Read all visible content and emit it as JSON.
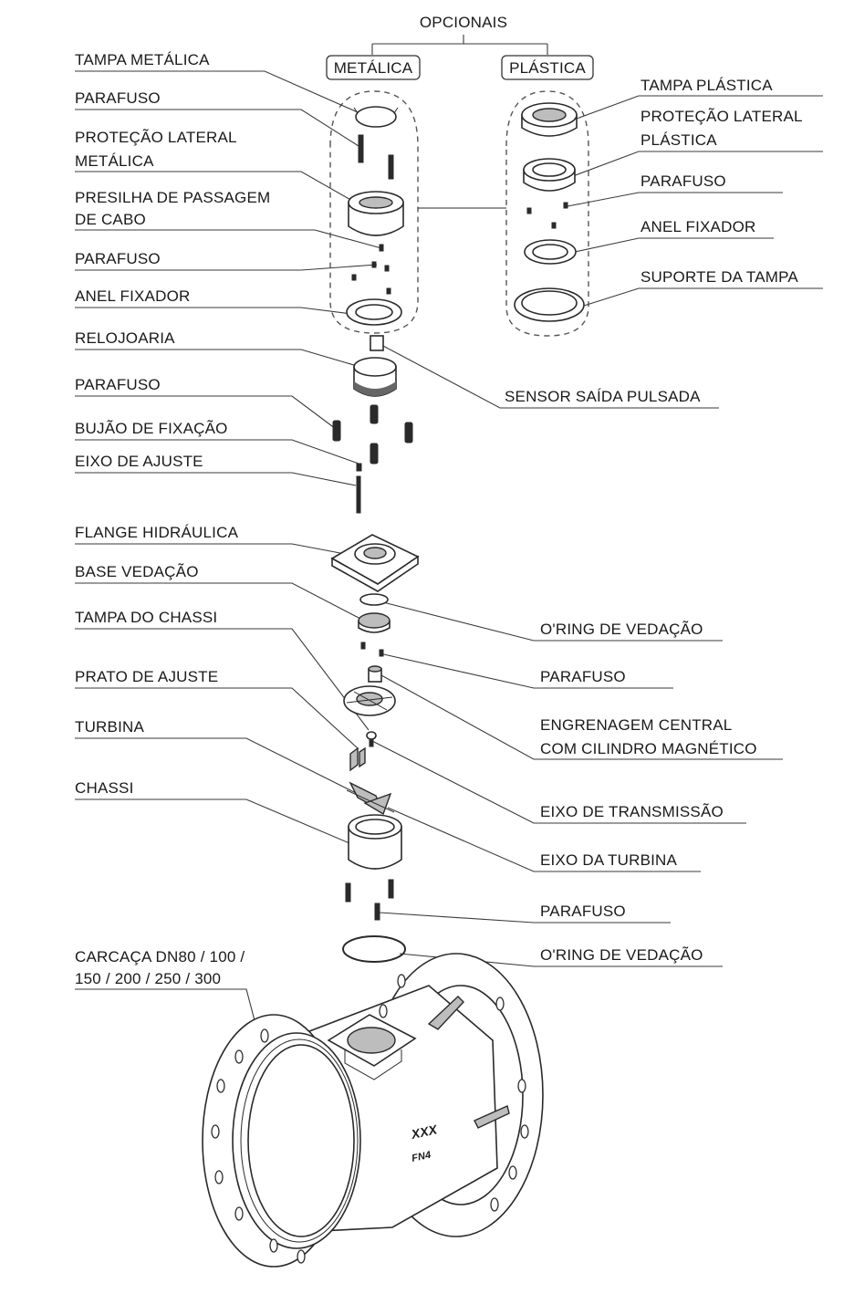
{
  "header": {
    "optionals": "OPCIONAIS",
    "metal_group": "METÁLICA",
    "plastic_group": "PLÁSTICA"
  },
  "labels_left": [
    {
      "l1": "TAMPA METÁLICA",
      "l2": ""
    },
    {
      "l1": "PARAFUSO",
      "l2": ""
    },
    {
      "l1": "PROTEÇÃO LATERAL",
      "l2": "METÁLICA"
    },
    {
      "l1": "PRESILHA DE PASSAGEM",
      "l2": "DE CABO"
    },
    {
      "l1": "PARAFUSO",
      "l2": ""
    },
    {
      "l1": "ANEL FIXADOR",
      "l2": ""
    },
    {
      "l1": "RELOJOARIA",
      "l2": ""
    },
    {
      "l1": "PARAFUSO",
      "l2": ""
    },
    {
      "l1": "BUJÃO DE FIXAÇÃO",
      "l2": ""
    },
    {
      "l1": "EIXO DE AJUSTE",
      "l2": ""
    },
    {
      "l1": "FLANGE HIDRÁULICA",
      "l2": ""
    },
    {
      "l1": "BASE VEDAÇÃO",
      "l2": ""
    },
    {
      "l1": "TAMPA DO CHASSI",
      "l2": ""
    },
    {
      "l1": "PRATO DE AJUSTE",
      "l2": ""
    },
    {
      "l1": "TURBINA",
      "l2": ""
    },
    {
      "l1": "CHASSI",
      "l2": ""
    },
    {
      "l1": "CARCAÇA DN80 / 100 /",
      "l2": "150 / 200 / 250 / 300"
    }
  ],
  "labels_right": [
    {
      "l1": "TAMPA PLÁSTICA",
      "l2": ""
    },
    {
      "l1": "PROTEÇÃO LATERAL",
      "l2": "PLÁSTICA"
    },
    {
      "l1": "PARAFUSO",
      "l2": ""
    },
    {
      "l1": "ANEL FIXADOR",
      "l2": ""
    },
    {
      "l1": "SUPORTE DA TAMPA",
      "l2": ""
    },
    {
      "l1": "SENSOR SAÍDA PULSADA",
      "l2": ""
    },
    {
      "l1": "O'RING DE VEDAÇÃO",
      "l2": ""
    },
    {
      "l1": "PARAFUSO",
      "l2": ""
    },
    {
      "l1": "ENGRENAGEM CENTRAL",
      "l2": "COM CILINDRO MAGNÉTICO"
    },
    {
      "l1": "EIXO DE TRANSMISSÃO",
      "l2": ""
    },
    {
      "l1": "EIXO DA TURBINA",
      "l2": ""
    },
    {
      "l1": "PARAFUSO",
      "l2": ""
    },
    {
      "l1": "O'RING DE VEDAÇÃO",
      "l2": ""
    }
  ],
  "body_markings": {
    "mark1": "XXX",
    "mark2": "FN4"
  }
}
